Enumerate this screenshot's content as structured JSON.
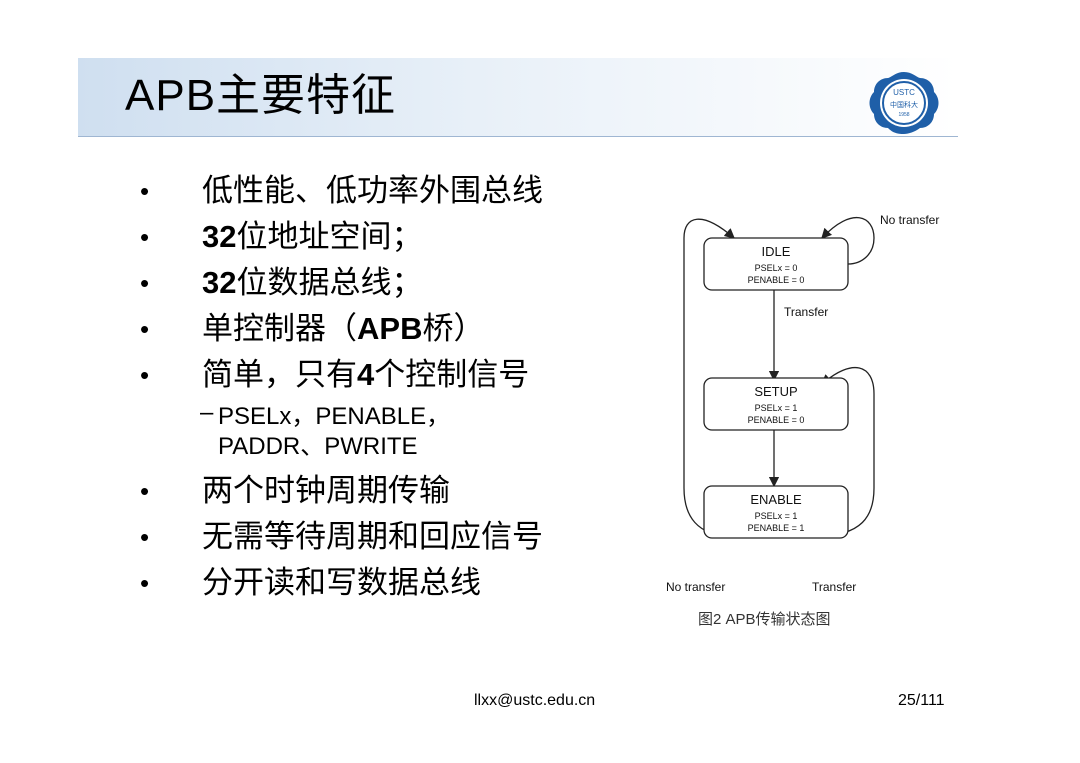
{
  "slide": {
    "title": "APB主要特征",
    "bullets": [
      {
        "bold": "",
        "text": "低性能、低功率外围总线",
        "rest": ""
      },
      {
        "bold": "32",
        "text": "位地址空间；",
        "rest": ""
      },
      {
        "bold": "32",
        "text": "位数据总线；",
        "rest": ""
      },
      {
        "bold": "",
        "text": "单控制器（",
        "boldmid": "APB",
        "rest": "桥）"
      },
      {
        "bold": "",
        "text": "简单，只有",
        "boldmid": "4",
        "rest": "个控制信号"
      }
    ],
    "sub_bullet": {
      "dash": "–",
      "line1": "PSELx，PENABLE，",
      "line2": "PADDR、PWRITE"
    },
    "bullets2": [
      "两个时钟周期传输",
      "无需等待周期和回应信号",
      "分开读和写数据总线"
    ],
    "bullet_symbol": "•"
  },
  "diagram": {
    "states": [
      {
        "name": "IDLE",
        "l1": "PSELx = 0",
        "l2": "PENABLE  = 0"
      },
      {
        "name": "SETUP",
        "l1": "PSELx = 1",
        "l2": "PENABLE  = 0"
      },
      {
        "name": "ENABLE",
        "l1": "PSELx = 1",
        "l2": "PENABLE  = 1"
      }
    ],
    "labels": {
      "no_transfer_top": "No transfer",
      "transfer_mid": "Transfer",
      "no_transfer_bottom": "No transfer",
      "transfer_bottom": "Transfer"
    },
    "caption": "图2  APB传输状态图"
  },
  "footer": {
    "email": "llxx@ustc.edu.cn",
    "page": "25/111"
  },
  "logo": {
    "text_top": "USTC",
    "text_mid": "中国科大",
    "text_bottom": "1958"
  }
}
